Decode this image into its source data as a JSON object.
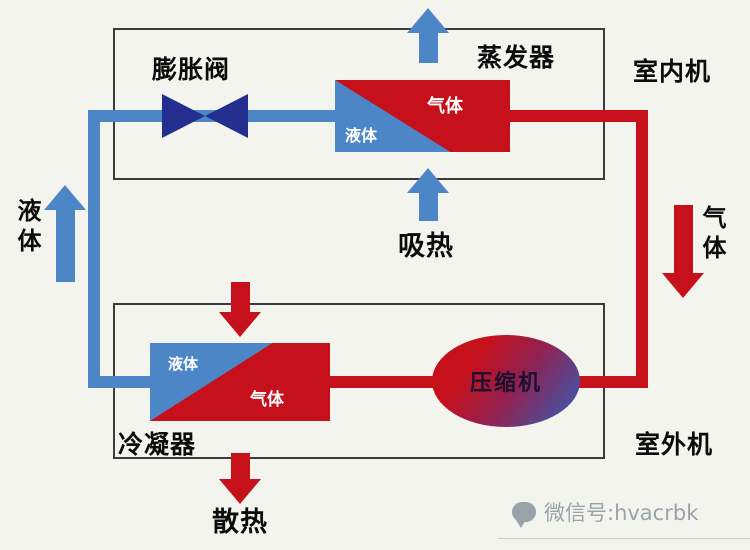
{
  "indoor_section": {
    "label": "室内机",
    "evaporator": {
      "label": "蒸发器",
      "liquid": "液体",
      "gas": "气体"
    },
    "expansion_valve": {
      "label": "膨胀阀"
    },
    "absorb_heat_label": "吸热"
  },
  "outdoor_section": {
    "label": "室外机",
    "condenser": {
      "label": "冷凝器",
      "liquid": "液体",
      "gas": "气体"
    },
    "compressor": {
      "label": "压缩机"
    },
    "dissipate_heat_label": "散热"
  },
  "pipes": {
    "left_vertical_label": "液体",
    "right_vertical_label": "气体"
  },
  "colors": {
    "pipe_blue": "#4d86c6",
    "valve_blue": "#232e8e",
    "pipe_red": "#c6101c",
    "background": "#f4f4ef"
  },
  "footer": {
    "wechat_label": "微信号:hvacrbk"
  }
}
